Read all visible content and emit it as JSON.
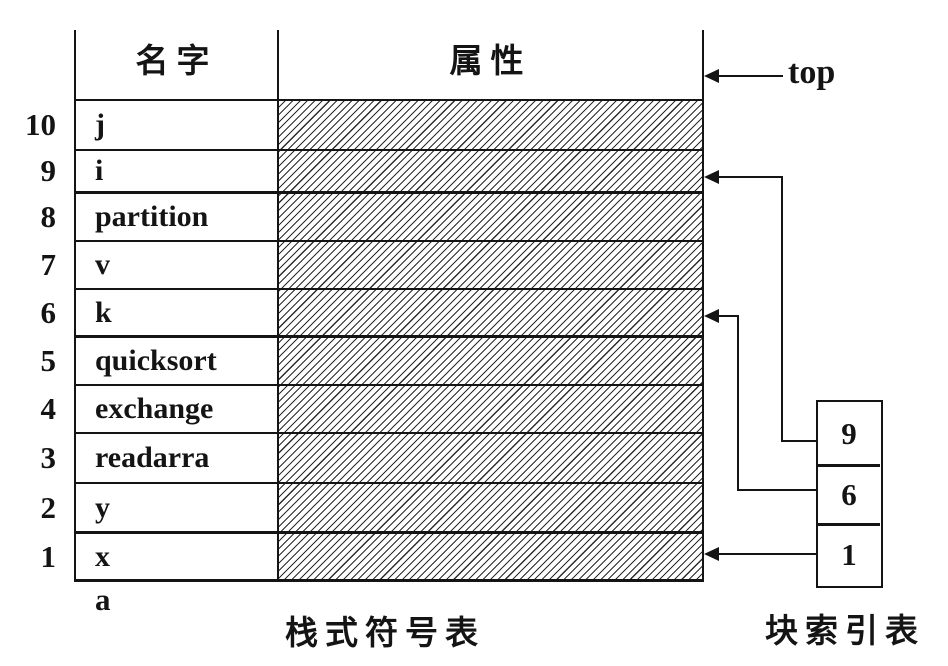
{
  "header": {
    "name_col": "名字",
    "attr_col": "属性"
  },
  "rows": [
    {
      "index": "10",
      "name": "j"
    },
    {
      "index": "9",
      "name": "i"
    },
    {
      "index": "8",
      "name": "partition"
    },
    {
      "index": "7",
      "name": "v"
    },
    {
      "index": "6",
      "name": "k"
    },
    {
      "index": "5",
      "name": "quicksort"
    },
    {
      "index": "4",
      "name": "exchange"
    },
    {
      "index": "3",
      "name": "readarra"
    },
    {
      "index": "2",
      "name": "y"
    },
    {
      "index": "1",
      "name": "x"
    }
  ],
  "below_label": "a",
  "top_pointer_label": "top",
  "block_index_table": {
    "values": [
      "9",
      "6",
      "1"
    ],
    "caption": "块索引表"
  },
  "symbol_table_caption": "栈式符号表",
  "colors": {
    "ink": "#141414",
    "background": "#ffffff"
  }
}
